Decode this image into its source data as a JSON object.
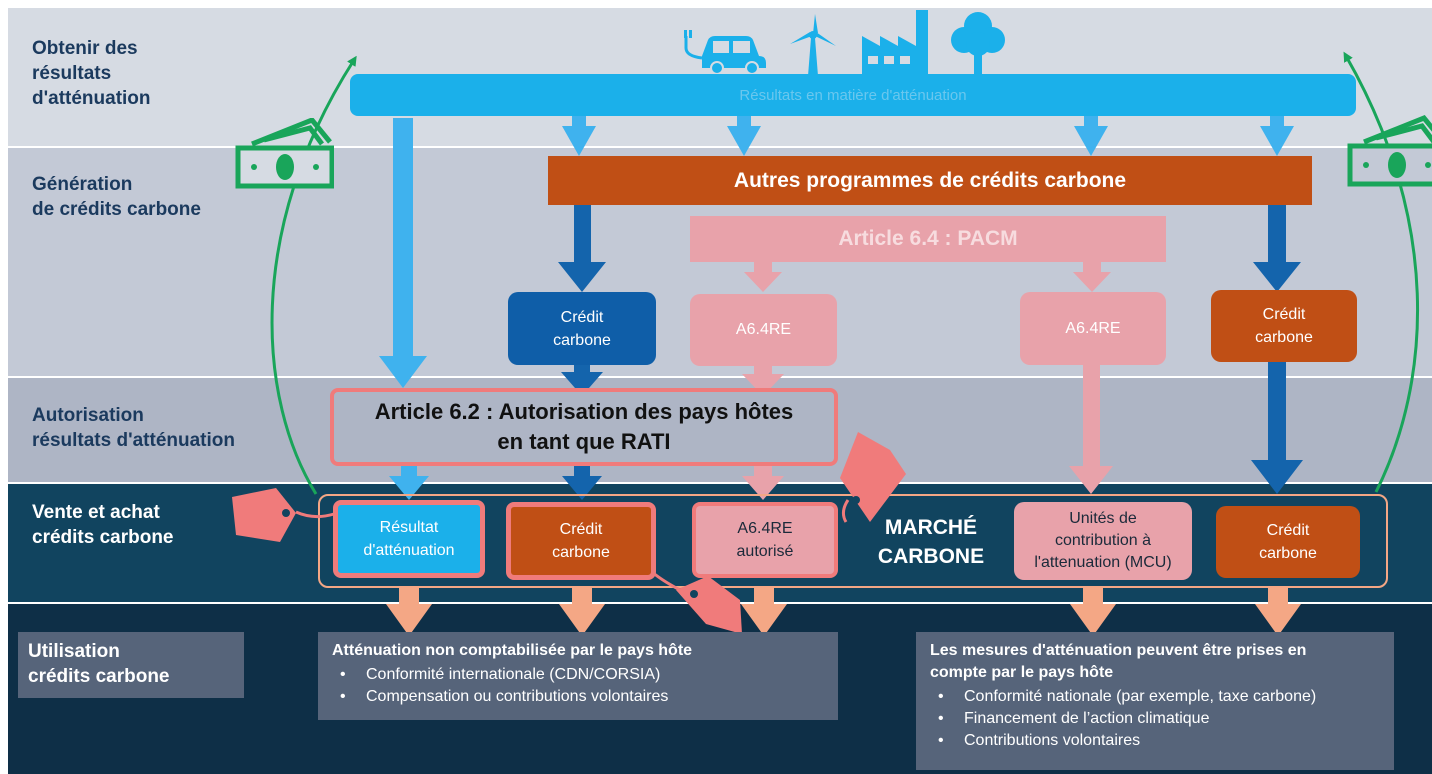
{
  "colors": {
    "band1": "#d6dbe3",
    "band2": "#c3c9d6",
    "band3": "#aeb5c5",
    "band4": "#11445f",
    "band5": "#0e2f47",
    "sky": "#1bb0ea",
    "sky_arrow": "#3fb2ee",
    "orange": "#c04f15",
    "pink": "#e8a2aa",
    "navy_box": "#0f5ea8",
    "dark_arrow": "#1464ac",
    "salmon": "#f4a785",
    "tag": "#f07b7b",
    "green": "#19a55a",
    "note": "#56647a"
  },
  "icons": [
    "electric-car-icon",
    "wind-turbine-icon",
    "factory-icon",
    "tree-icon",
    "banknote-icon",
    "price-tag-icon"
  ],
  "rows": {
    "obtain": "Obtenir des\nrésultats\nd'atténuation",
    "generation": "Génération\nde crédits carbone",
    "authorization": "Autorisation\nrésultats d'atténuation",
    "trade": "Vente et achat\ncrédits carbone",
    "use": "Utilisation\ncrédits carbone"
  },
  "results_bar": "Résultats en matière d'atténuation",
  "other_programs": "Autres programmes de crédits carbone",
  "pacm": "Article 6.4 : PACM",
  "gen_boxes": {
    "credit_left": "Crédit\ncarbone",
    "a64_left": "A6.4RE",
    "a64_right": "A6.4RE",
    "credit_right": "Crédit\ncarbone"
  },
  "article62": "Article 6.2 : Autorisation des pays hôtes\nen tant que RATI",
  "market": {
    "label": "MARCHÉ\nCARBONE",
    "result": "Résultat\nd'atténuation",
    "credit1": "Crédit\ncarbone",
    "a64auth": "A6.4RE\nautorisé",
    "mcu": "Unités de\ncontribution à\nl'attenuation (MCU)",
    "credit2": "Crédit\ncarbone"
  },
  "use_left": {
    "title": "Atténuation non comptabilisée par le pays hôte",
    "bullets": [
      "Conformité internationale (CDN/CORSIA)",
      "Compensation ou contributions volontaires"
    ]
  },
  "use_right": {
    "title": "Les mesures d'atténuation peuvent être prises en\ncompte par le pays hôte",
    "bullets": [
      "Conformité nationale (par exemple, taxe carbone)",
      "Financement de l’action climatique",
      "Contributions volontaires"
    ]
  }
}
